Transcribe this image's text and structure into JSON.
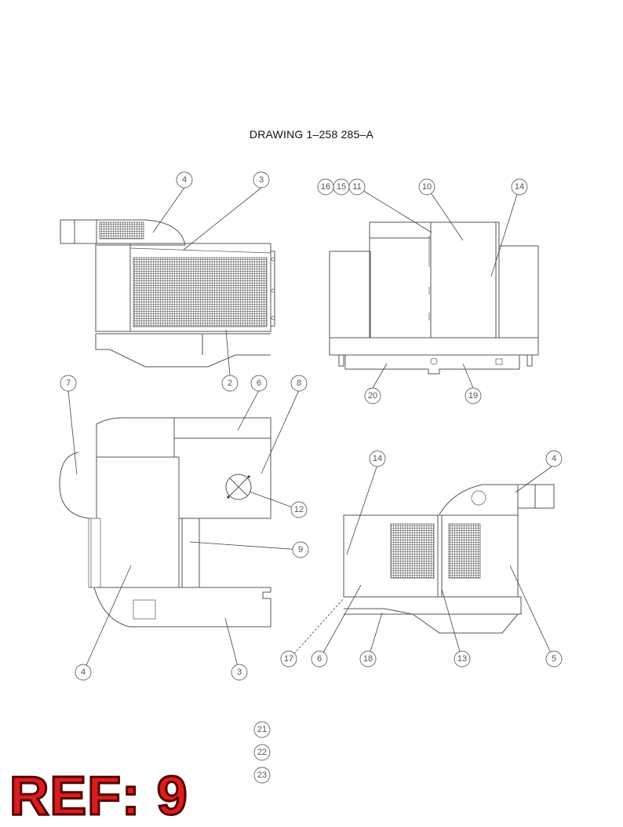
{
  "drawing": {
    "title": "DRAWING  1–258 285–A",
    "views": {
      "top_left": {
        "callouts": [
          "4",
          "3",
          "2"
        ]
      },
      "top_right": {
        "callouts": [
          "16",
          "15",
          "11",
          "10",
          "14",
          "20",
          "19"
        ]
      },
      "middle_left": {
        "callouts": [
          "7",
          "6",
          "8",
          "12",
          "9",
          "4",
          "3"
        ]
      },
      "middle_right": {
        "callouts": [
          "14",
          "4",
          "17",
          "6",
          "18",
          "13",
          "5"
        ]
      }
    },
    "extra_callouts": [
      "21",
      "22",
      "23"
    ]
  },
  "ref": {
    "label": "REF: 9"
  },
  "colors": {
    "line": "#555555",
    "ref_text": "#d81e1e",
    "ref_outline": "#5a0000"
  }
}
